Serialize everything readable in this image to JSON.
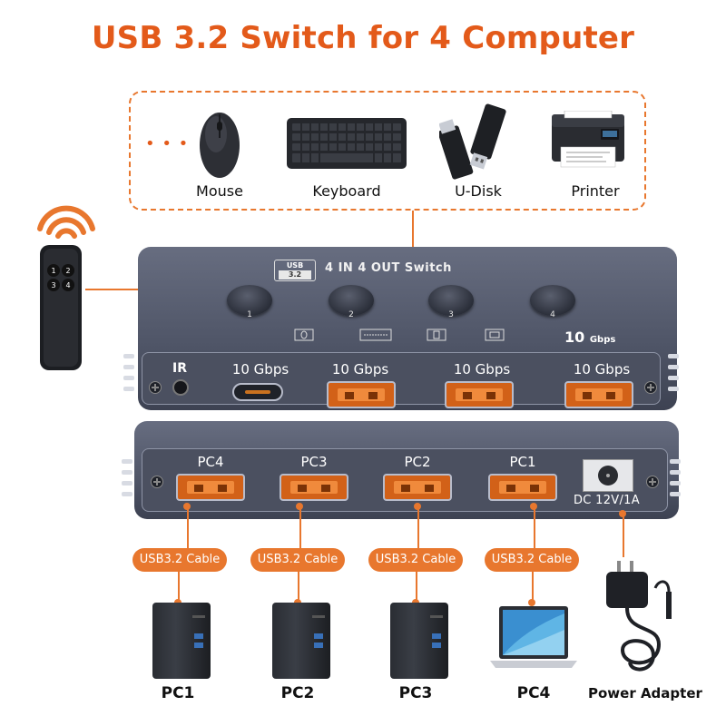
{
  "title": "USB 3.2 Switch for 4 Computer",
  "peripherals": {
    "ellipsis": "• • •",
    "items": [
      "Mouse",
      "Keyboard",
      "U-Disk",
      "Printer"
    ]
  },
  "device_top": {
    "badge_top": "USB",
    "badge_bottom": "3.2",
    "model": "4 IN 4 OUT Switch",
    "button_numbers": [
      "1",
      "2",
      "3",
      "4"
    ],
    "speed_mark": "10",
    "speed_unit": "Gbps",
    "ir_label": "IR",
    "port_speeds": [
      "10 Gbps",
      "10 Gbps",
      "10 Gbps",
      "10 Gbps"
    ]
  },
  "device_bottom": {
    "pc_ports": [
      "PC4",
      "PC3",
      "PC2",
      "PC1"
    ],
    "dc_label": "DC 12V/1A"
  },
  "cables": [
    "USB3.2 Cable",
    "USB3.2 Cable",
    "USB3.2 Cable",
    "USB3.2 Cable"
  ],
  "computers": [
    "PC1",
    "PC2",
    "PC3",
    "PC4"
  ],
  "power_adapter": "Power Adapter",
  "colors": {
    "accent": "#e35a1a",
    "line": "#e8772e",
    "device": "#555a6b",
    "port": "#d26118"
  }
}
